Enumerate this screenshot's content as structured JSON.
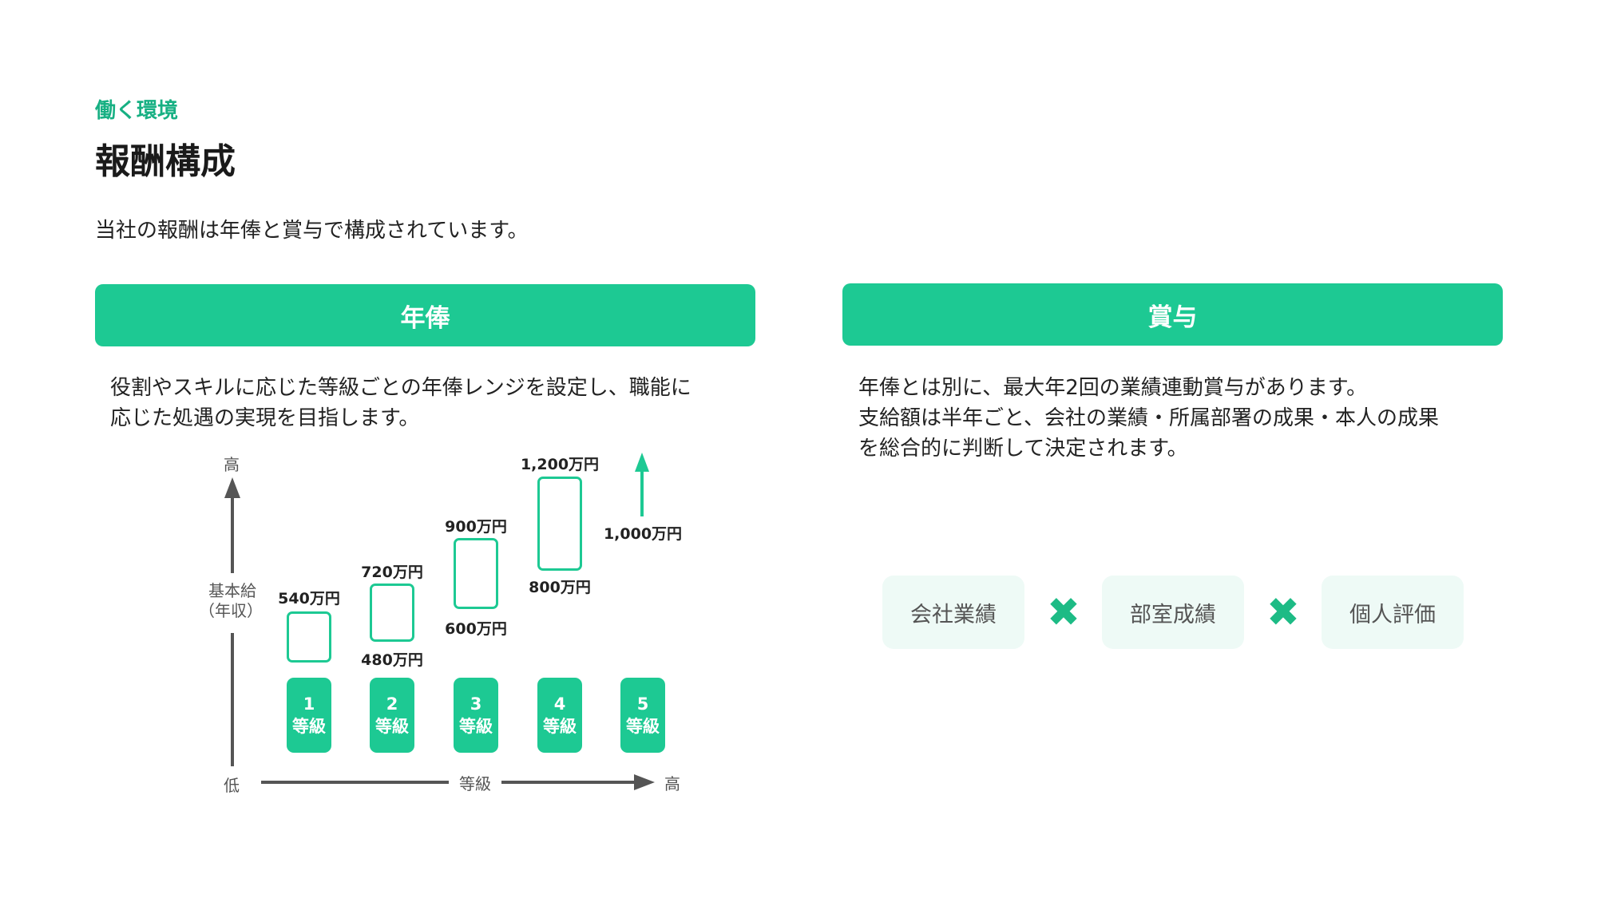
{
  "header": {
    "kicker": "働く環境",
    "title": "報酬構成",
    "description": "当社の報酬は年俸と賞与で構成されています。"
  },
  "salary": {
    "heading": "年俸",
    "text_lines": [
      "役割やスキルに応じた等級ごとの年俸レンジを設定し、職能に",
      "応じた処遇の実現を目指します。"
    ],
    "diagram": {
      "y_axis_high": "高",
      "y_axis_label": "基本給",
      "y_axis_sub": "（年収）",
      "x_axis_low": "低",
      "x_axis_label": "等級",
      "x_axis_high": "高",
      "grades": [
        {
          "num": "1",
          "unit": "等級",
          "upper": "540万円",
          "lower": ""
        },
        {
          "num": "2",
          "unit": "等級",
          "upper": "720万円",
          "lower": "480万円"
        },
        {
          "num": "3",
          "unit": "等級",
          "upper": "900万円",
          "lower": "600万円"
        },
        {
          "num": "4",
          "unit": "等級",
          "upper": "1,200万円",
          "lower": "800万円"
        },
        {
          "num": "5",
          "unit": "等級",
          "upper": "",
          "lower": "1,000万円"
        }
      ],
      "accent": "#1dc993"
    }
  },
  "bonus": {
    "heading": "賞与",
    "text_lines": [
      "年俸とは別に、最大年2回の業績連動賞与があります。",
      "支給額は半年ごと、会社の業績・所属部署の成果・本人の成果",
      "を総合的に判断して決定されます。"
    ],
    "factors": [
      "会社業績",
      "部室成績",
      "個人評価"
    ],
    "operator": "✖"
  }
}
